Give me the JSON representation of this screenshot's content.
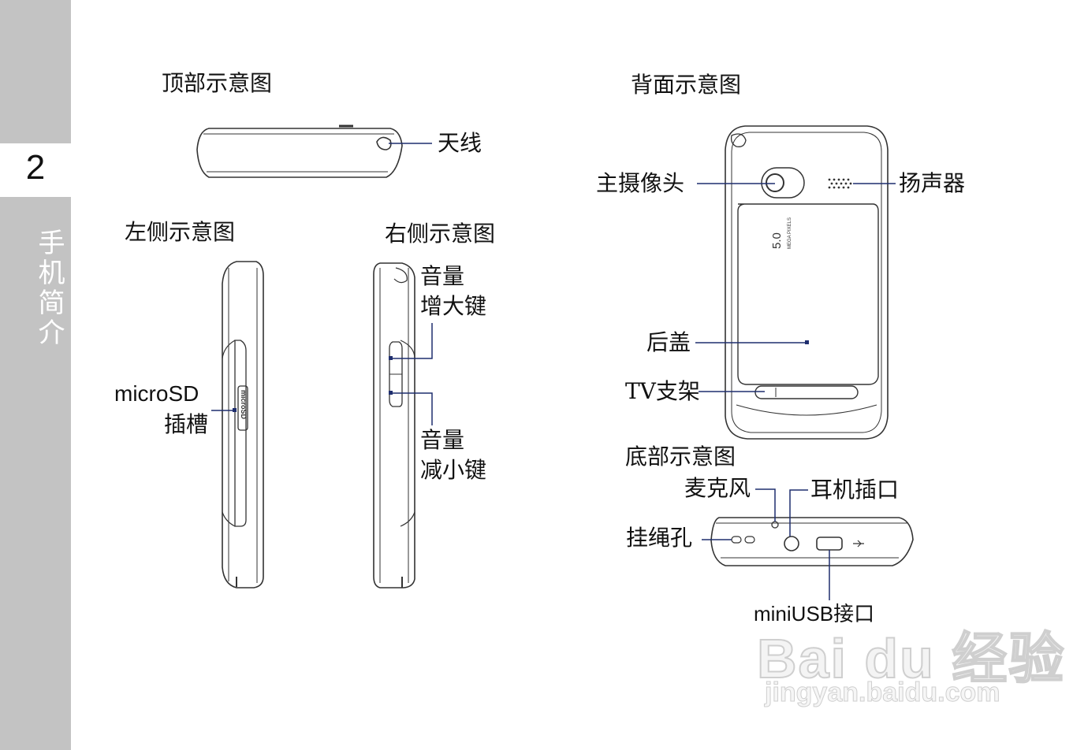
{
  "sidebar": {
    "page_number": "2",
    "chapter_title": "手机简介"
  },
  "views": {
    "top": {
      "title": "顶部示意图",
      "antenna": "天线"
    },
    "left": {
      "title": "左侧示意图",
      "microsd_line1": "microSD",
      "microsd_line2": "插槽",
      "microsd_print": "microSD"
    },
    "right": {
      "title": "右侧示意图",
      "vol_up_line1": "音量",
      "vol_up_line2": "增大键",
      "vol_down_line1": "音量",
      "vol_down_line2": "减小键"
    },
    "back": {
      "title": "背面示意图",
      "camera": "主摄像头",
      "speaker": "扬声器",
      "cover": "后盖",
      "stand": "TV支架",
      "camera_print_mp": "5.0",
      "camera_print_text": "MEGA PIXELS"
    },
    "bottom": {
      "title": "底部示意图",
      "mic": "麦克风",
      "headphone": "耳机插口",
      "strap": "挂绳孔",
      "usb": "miniUSB接口"
    }
  },
  "watermark": {
    "logo": "Bai du 经验",
    "url": "jingyan.baidu.com"
  },
  "colors": {
    "sidebar": "#c3c3c3",
    "leader_line": "#1f2e6e",
    "outline": "#333333"
  }
}
